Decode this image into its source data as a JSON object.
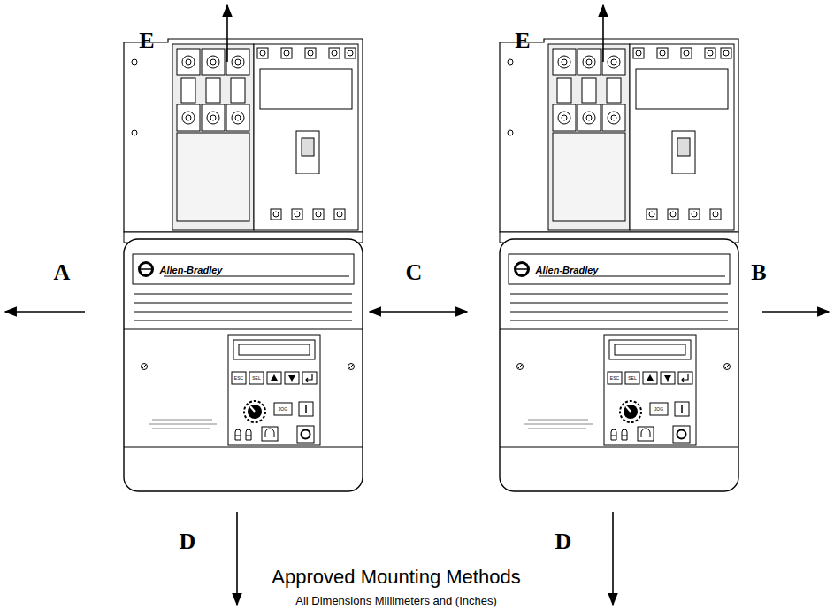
{
  "diagram": {
    "caption": "Approved Mounting Methods",
    "labels": [
      "E",
      "E",
      "A",
      "C",
      "B",
      "D",
      "D",
      "All Dimensions Millimeters and (Inches)",
      "Allen-Bradley",
      "ESC",
      "SEL",
      "JOG",
      "Allen-Bradley",
      "ESC",
      "SEL",
      "JOG"
    ]
  }
}
